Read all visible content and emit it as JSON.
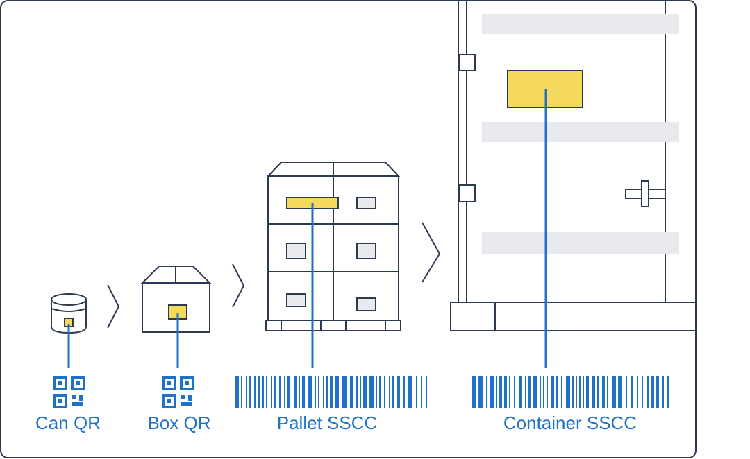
{
  "labels": {
    "can": "Can QR",
    "box": "Box QR",
    "pallet": "Pallet SSCC",
    "container": "Container SSCC"
  },
  "colors": {
    "outline": "#2e3a4f",
    "accent_blue": "#1f72c7",
    "label_yellow": "#f4d95c",
    "panel_fill": "#e8eaee",
    "window_fill": "#e8eaee"
  },
  "icons": [
    "qr-code-icon",
    "barcode-icon",
    "chevron-right-icon"
  ]
}
